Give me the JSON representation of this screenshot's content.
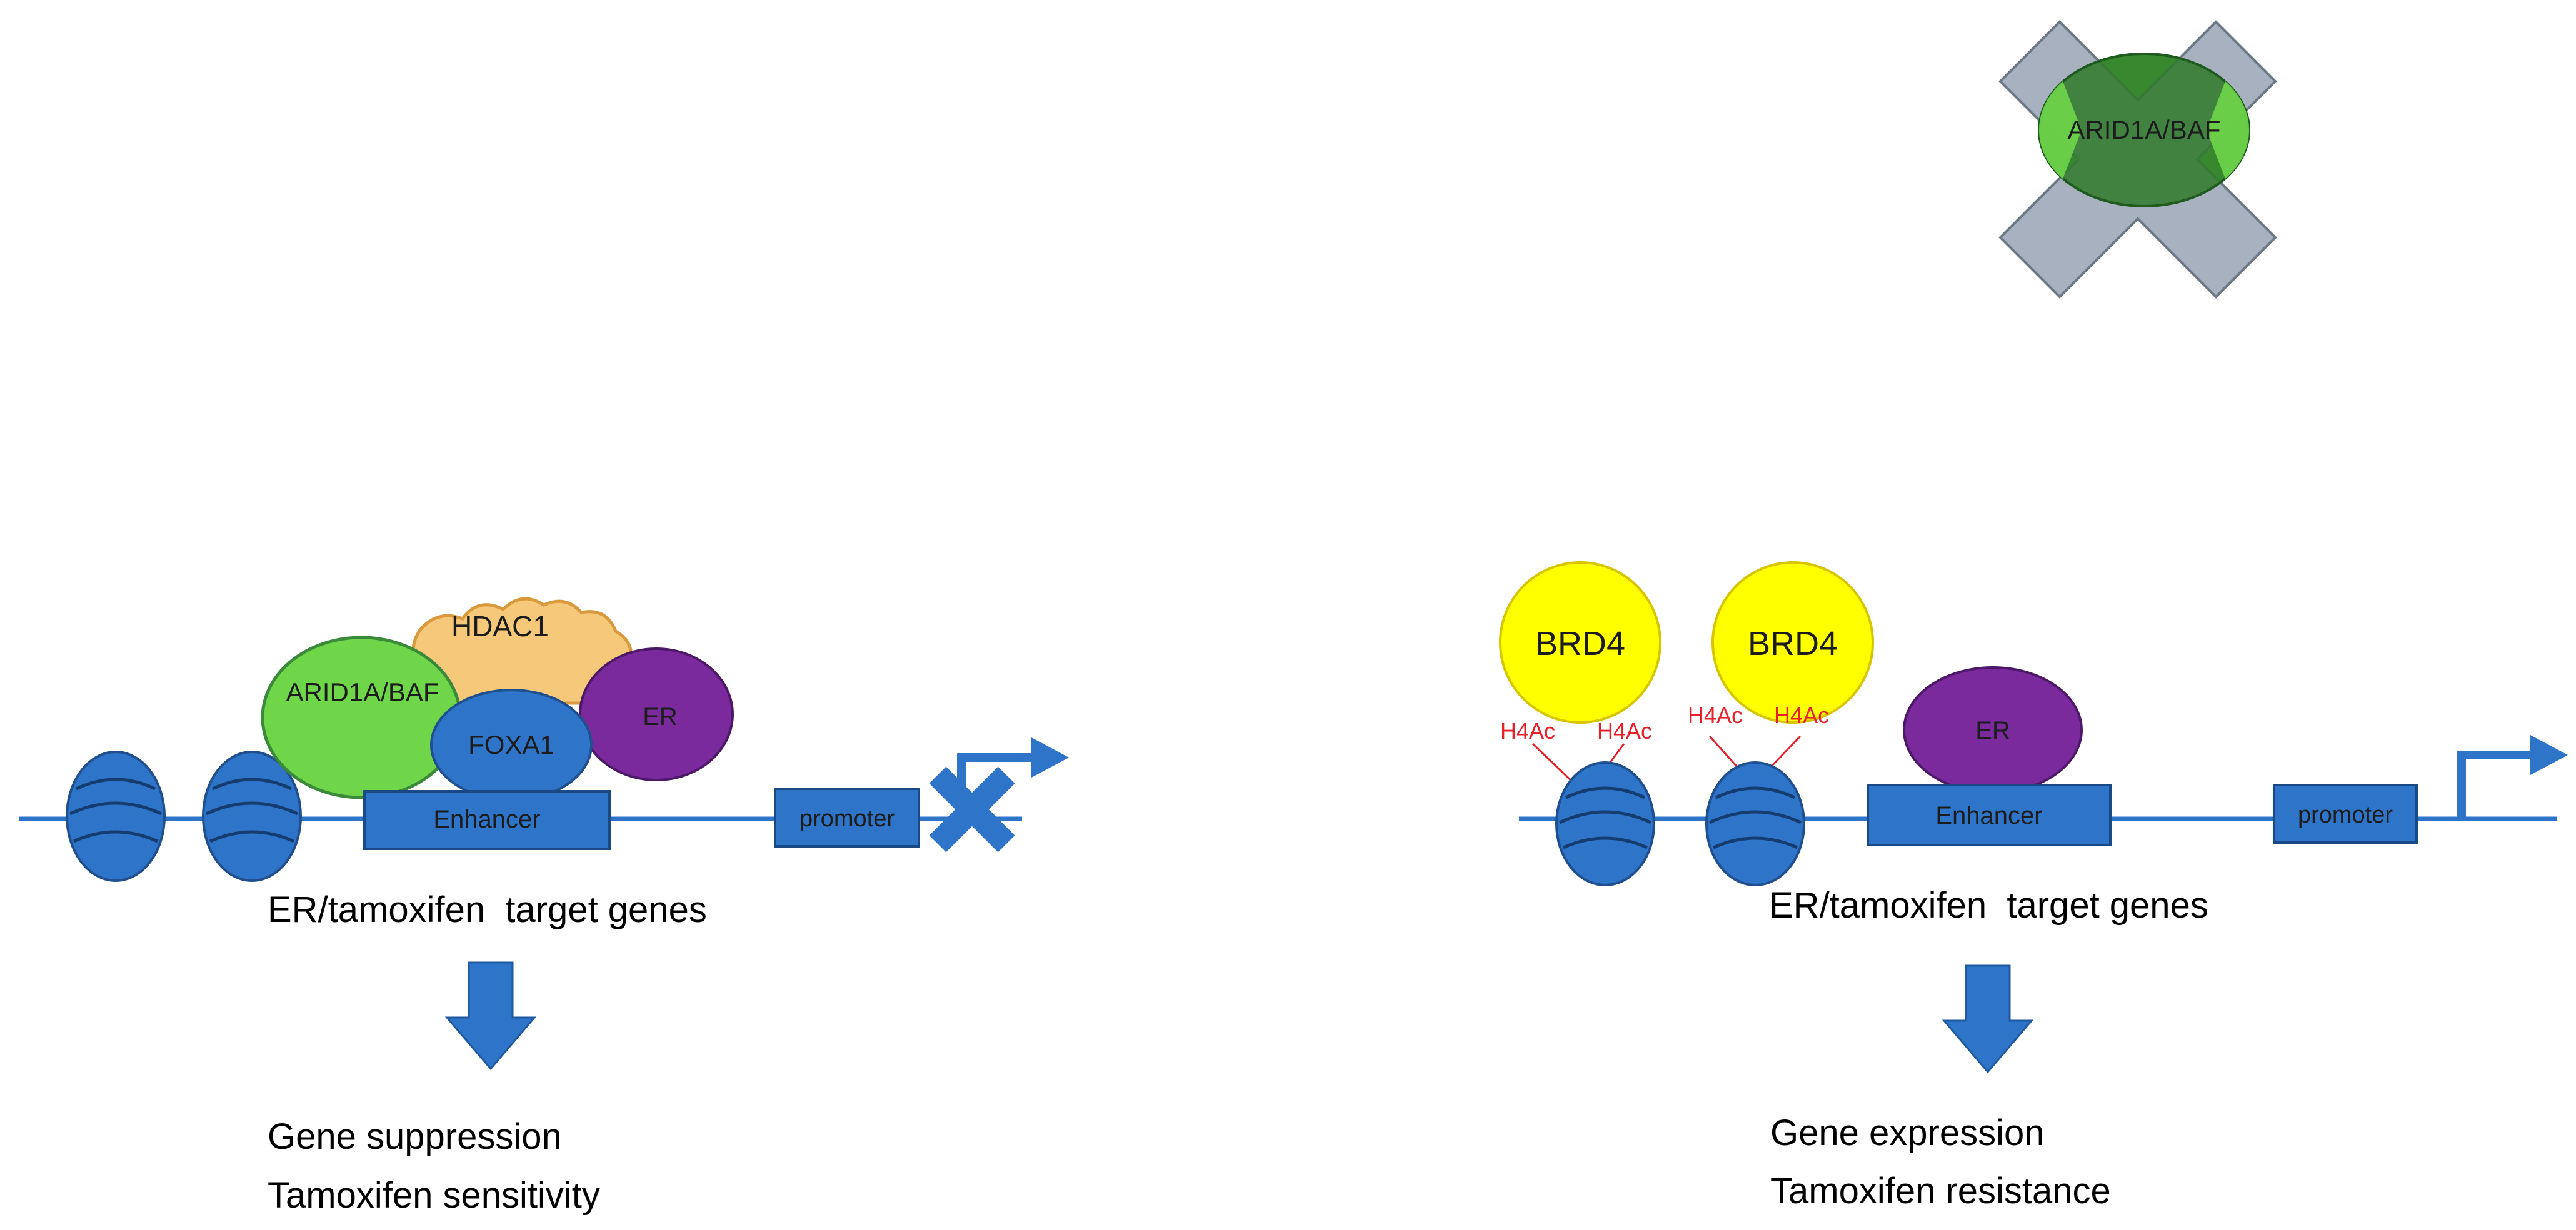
{
  "left_panel": {
    "proteins": {
      "hdac1": "HDAC1",
      "arid1a_baf": "ARID1A/BAF",
      "foxa1": "FOXA1",
      "er": "ER"
    },
    "dna": {
      "enhancer": "Enhancer",
      "promoter": "promoter"
    },
    "target_genes": "ER/tamoxifen  target genes",
    "outcome": {
      "line1": "Gene suppression",
      "line2": "Tamoxifen sensitivity"
    }
  },
  "right_panel": {
    "deleted_complex": "ARID1A/BAF",
    "proteins": {
      "brd4_1": "BRD4",
      "brd4_2": "BRD4",
      "er": "ER"
    },
    "marks": {
      "h4ac_1": "H4Ac",
      "h4ac_2": "H4Ac",
      "h4ac_3": "H4Ac",
      "h4ac_4": "H4Ac"
    },
    "dna": {
      "enhancer": "Enhancer",
      "promoter": "promoter"
    },
    "target_genes": "ER/tamoxifen  target genes",
    "outcome": {
      "line1": "Gene expression",
      "line2": "Tamoxifen resistance"
    }
  },
  "colors": {
    "dna": "#2e74c8",
    "nucleosome": "#2e74c8",
    "arid1a_baf": "#6fd64a",
    "hdac1": "#f6c97a",
    "foxa1": "#2e74c8",
    "er": "#7a2a9c",
    "brd4": "#ffff00",
    "h4ac": "#e8202a",
    "deletion_cross": "#a7b1c0",
    "deleted_complex": "#2f7a2a"
  }
}
